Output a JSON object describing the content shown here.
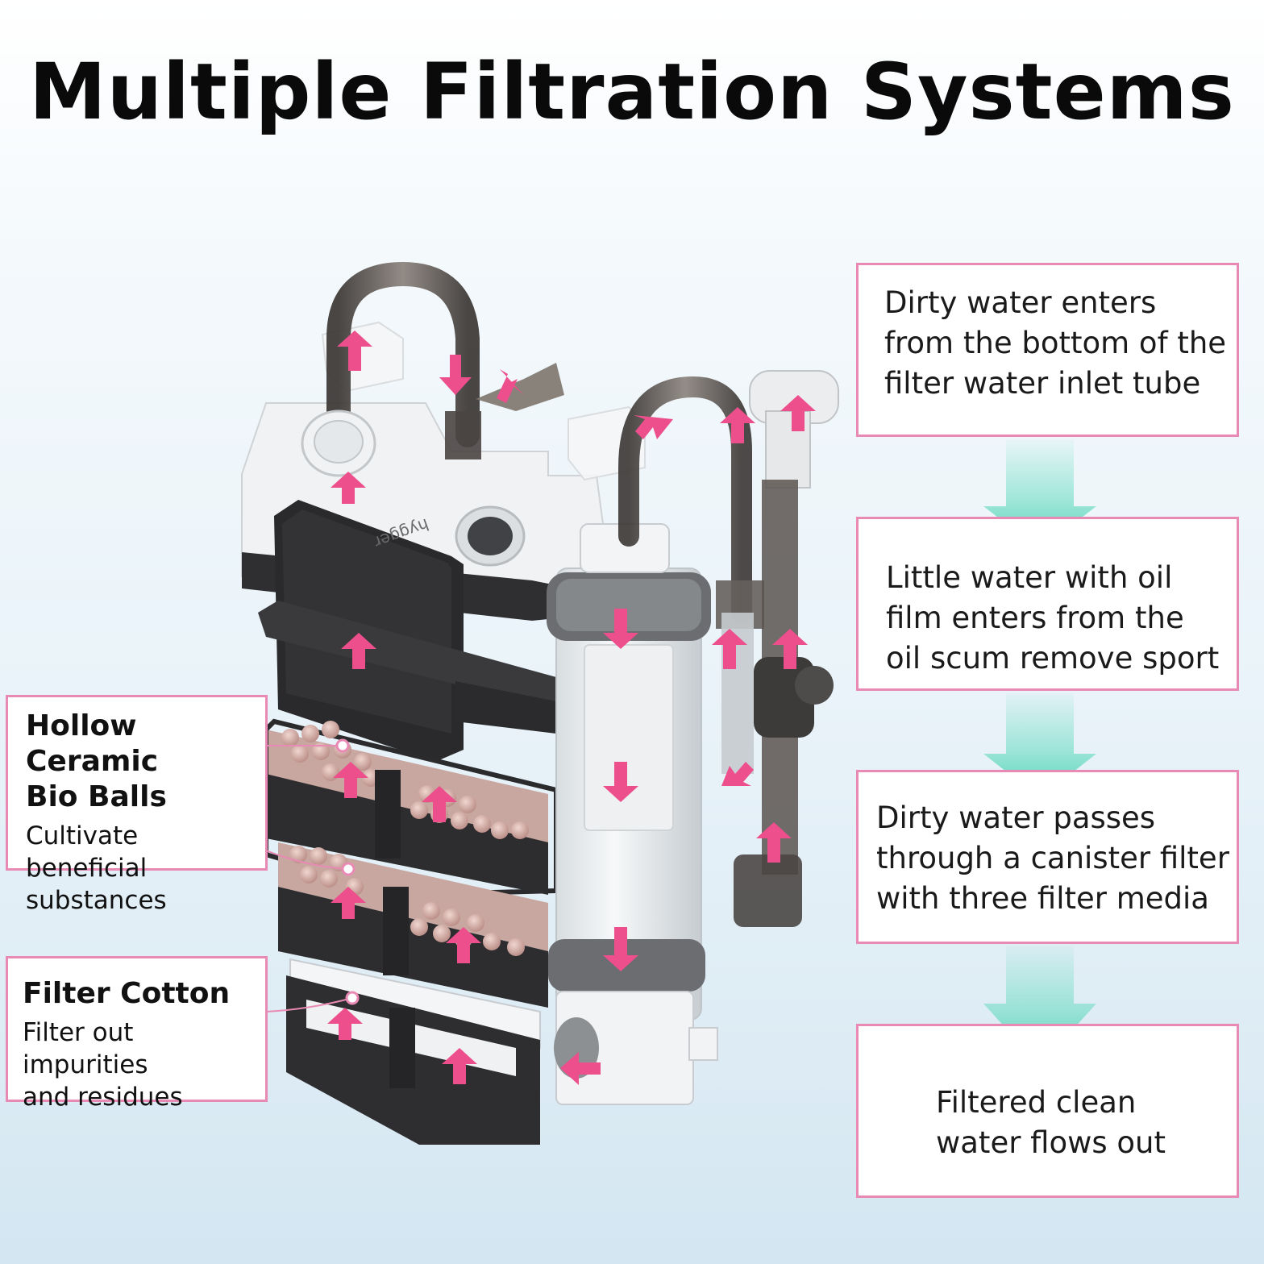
{
  "title": "Multiple Filtration Systems",
  "steps": [
    {
      "text": "Dirty water enters\nfrom the bottom of the\nfilter water inlet tube"
    },
    {
      "text": "Little water with oil\nfilm enters from the\noil scum remove sport"
    },
    {
      "text": "Dirty water passes\nthrough a canister filter\nwith three filter media"
    },
    {
      "text": "Filtered clean\nwater flows out"
    }
  ],
  "labels": [
    {
      "heading": "Hollow Ceramic\nBio Balls",
      "description": "Cultivate beneficial\nsubstances"
    },
    {
      "heading": "Filter Cotton",
      "description": "Filter out impurities\nand residues"
    }
  ],
  "product": {
    "brand_mark": "hygger"
  },
  "colors": {
    "accent_pink": "#e98ab5",
    "flow_arrow": "#ec4f8c",
    "step_arrow": "#5fd9bd"
  }
}
